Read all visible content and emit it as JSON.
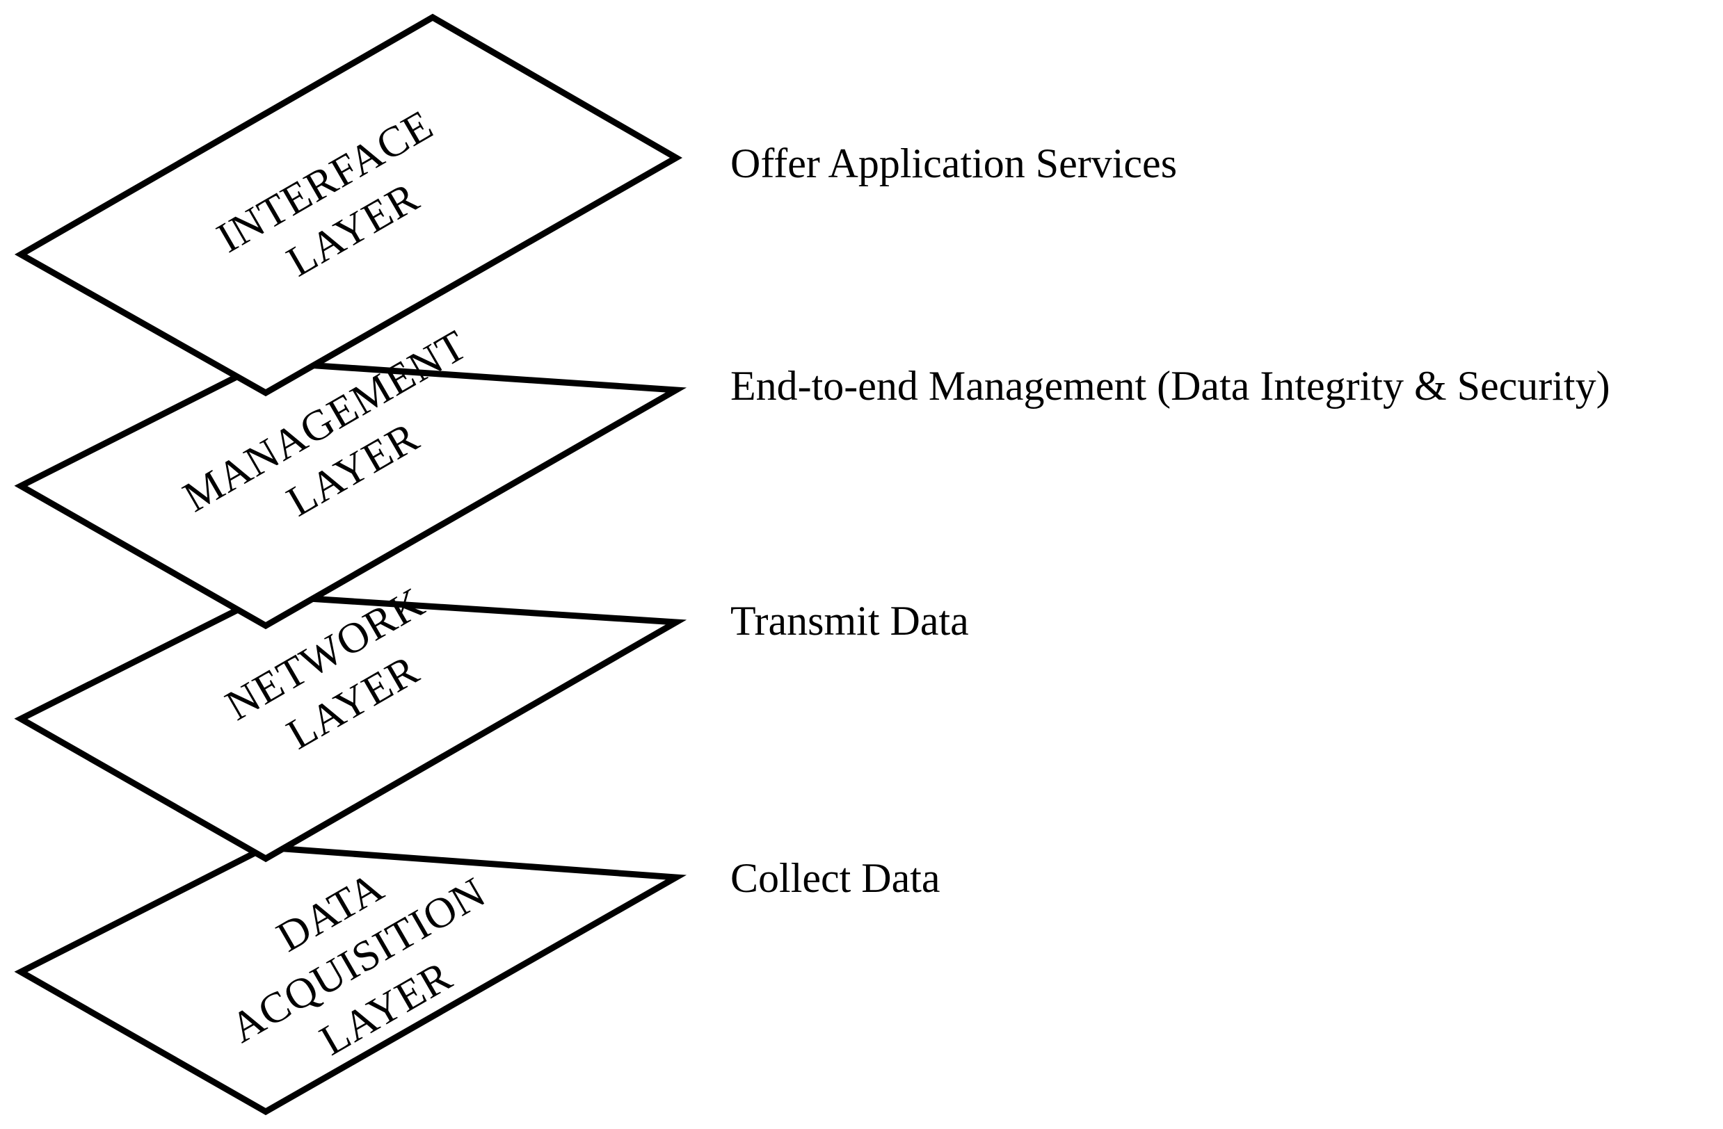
{
  "layers": [
    {
      "id": "data-acquisition",
      "label_lines": [
        "DATA",
        "ACQUISITION",
        "LAYER"
      ],
      "description": "Collect Data"
    },
    {
      "id": "network",
      "label_lines": [
        "NETWORK",
        "LAYER"
      ],
      "description": "Transmit Data"
    },
    {
      "id": "management",
      "label_lines": [
        "MANAGEMENT",
        "LAYER"
      ],
      "description": "End-to-end Management (Data Integrity & Security)"
    },
    {
      "id": "interface",
      "label_lines": [
        "INTERFACE",
        "LAYER"
      ],
      "description": "Offer Application Services"
    }
  ],
  "colors": {
    "stroke": "#000000",
    "fill": "#ffffff",
    "text": "#000000"
  }
}
